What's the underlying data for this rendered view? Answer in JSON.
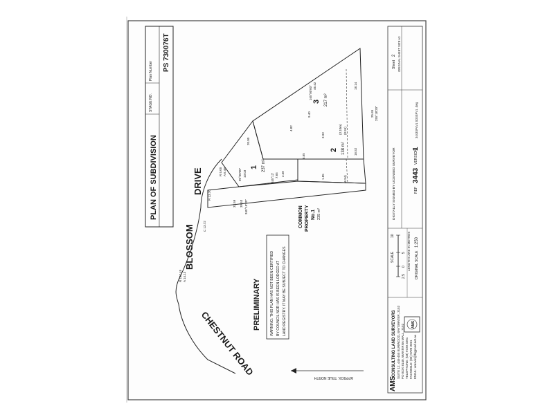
{
  "plan": {
    "title": "PLAN OF SUBDIVISION",
    "stage_label": "STAGE NO.",
    "plan_number_label": "Plan Number",
    "plan_number": "PS  730076T",
    "preliminary": "PRELIMINARY",
    "warning_lines": [
      "WARNING: THIS PLAN HAS NOT BEEN CERTIFIED",
      "BY COUNCIL NOR HAS IS BEEN LODGED AT",
      "LAND REGISTRY.  IT MAY BE SUBJECT TO CHANGES"
    ],
    "north_label": "APPROX. TRUE NORTH"
  },
  "roads": {
    "blossom": "BLOSSOM",
    "drive": "DRIVE",
    "chestnut": "CHESTNUT ROAD"
  },
  "lots": {
    "lot1": {
      "number": "1",
      "area": "237 m²"
    },
    "lot2": {
      "number": "2",
      "area": "138 m²"
    },
    "lot3": {
      "number": "3",
      "area": "217 m²"
    },
    "common_property": [
      "COMMON",
      "PROPERTY",
      "No.1",
      "235 m²"
    ]
  },
  "dimensions": {
    "top_bearing": "165°00'00\"",
    "top_distance": "46.42",
    "right_edge": "18.14",
    "lower_bearing": "255°18'20\"",
    "lower_distance": "25.65",
    "base_bearing": "345°15'20\"",
    "base_distance": "33.59",
    "base_distance2": "39.53",
    "inner_distance": "20.00",
    "walk_bearing": "345°13'",
    "walk_distance": "7.65",
    "bearing_90": "90°00'00\"",
    "d_10_03": "10.03",
    "d_16_52": "16.52",
    "d_6_94": "(6.94)",
    "d_8_55": "(8.55)",
    "d_3_10": "(3.10m)",
    "d_1_85": "1.85",
    "d_6_65": "6.65",
    "d_3_93": "3.93",
    "d_4_82": "4.82",
    "d_9_40": "9.40",
    "d_2_58": "2.58",
    "chord_curve": "C 13.72",
    "arc_r": "R 5.00",
    "arc_a": "A 6.48",
    "curve_left_1": "R 192.45",
    "curve_left_2": "A 14.13",
    "curve_top": "R 13.70"
  },
  "company": {
    "name_bold": "AMS",
    "name_rest": "CONSULTING LAND SURVEYORS",
    "address_lines": [
      "SUITE 12, 445-455 BURWOOD, BAYSWATER, 3153",
      "PO BOX 8140, WANTIRNA MALL, 3152",
      "TELEPHONE: (03) 9720 3201",
      "FACSIMILE: (03) 9720 3361",
      "EMAIL: amsvic@bigpond.net.au"
    ],
    "logo_text": "AMS"
  },
  "scale": {
    "label": "SCALE",
    "ticks": [
      "2.5",
      "0",
      "5",
      "10"
    ],
    "units": "LENGTHS ARE IN METRES",
    "original_scale_label": "ORIGINAL SCALE",
    "original_scale_value": "1:250"
  },
  "signature": {
    "text": "DIGITALLY SIGNED BY LICENSED SURVEYOR"
  },
  "reference": {
    "ref_label": "REF",
    "ref_value": "3443",
    "version_label": "VERSION",
    "version_value": "1",
    "file": "3443SP4V1 SD3SPV1 .dwg"
  },
  "sheet": {
    "sheet_label": "Sheet",
    "sheet_value": "2",
    "size": "ORIGINAL SHEET SIZE A3"
  }
}
